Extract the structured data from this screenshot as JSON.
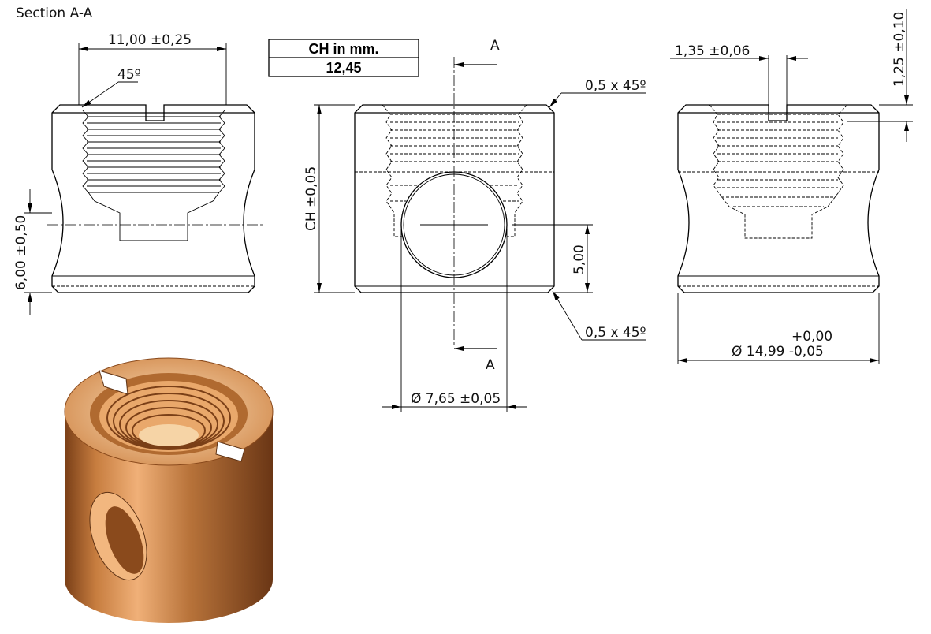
{
  "title": "Section A-A",
  "table": {
    "header": "CH in mm.",
    "value": "12,45"
  },
  "dimensions": {
    "top_width": "11,00 ±0,25",
    "chamfer_angle": "45º",
    "waist_height": "6,00 ±0,50",
    "ch": "CH ±0,05",
    "hole_offset": "5,00",
    "chamfer_top": "0,5 x 45º",
    "chamfer_bottom": "0,5 x 45º",
    "hole_diameter": "Ø 7,65 ±0,05",
    "slot_width": "1,35 ±0,06",
    "slot_depth": "1,25 ±0,10",
    "outer_diameter": "Ø 14,99 -0,05",
    "outer_diameter_upper_tol": "+0,00"
  },
  "section_labels": {
    "top": "A",
    "bottom": "A"
  },
  "colors": {
    "copper_light": "#f3c08a",
    "copper": "#b8733a",
    "copper_dark": "#5e3214"
  }
}
